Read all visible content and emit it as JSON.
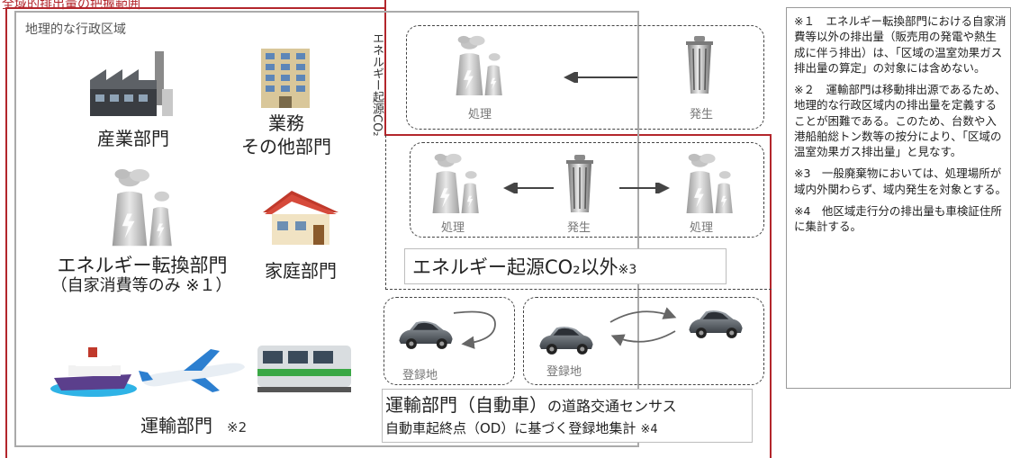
{
  "title": "全域的排出量の把握範囲",
  "geo_area_label": "地理的な行政区域",
  "sectors": {
    "industry": "産業部門",
    "business_line1": "業務",
    "business_line2": "その他部門",
    "energy_line1": "エネルギー転換部門",
    "energy_line2": "（自家消費等のみ ※１）",
    "household": "家庭部門",
    "transport": "運輸部門",
    "transport_note": "※2"
  },
  "energy_co2_vertical": "エネルギー起源CO₂",
  "flows": {
    "top_process": "処理",
    "top_generation": "発生",
    "mid_process_left": "処理",
    "mid_generation": "発生",
    "mid_process_right": "処理"
  },
  "non_energy_label": "エネルギー起源CO₂以外",
  "non_energy_note": "※3",
  "vehicle": {
    "reg_left": "登録地",
    "reg_right": "登録地",
    "line1_main": "運輸部門（自動車）",
    "line1_rest": "の道路交通センサス",
    "line2_main": "自動車起終点（OD）に基づく登録地集計",
    "line2_note": "※4"
  },
  "notes": [
    "※１　エネルギー転換部門における自家消費等以外の排出量（販売用の発電や熱生成に伴う排出）は、「区域の温室効果ガス排出量の算定」の対象には含めない。",
    "※２　運輸部門は移動排出源であるため、地理的な行政区域内の排出量を定義することが困難である。このため、台数や入港船舶総トン数等の按分により、「区域の温室効果ガス排出量」と見なす。",
    "※3　一般廃棄物においては、処理場所が域内外関わらず、域内発生を対象とする。",
    "※4　他区域走行分の排出量も車検証住所に集計する。"
  ],
  "colors": {
    "red_boundary": "#b3262c",
    "gray_box": "#aaaaaa"
  }
}
